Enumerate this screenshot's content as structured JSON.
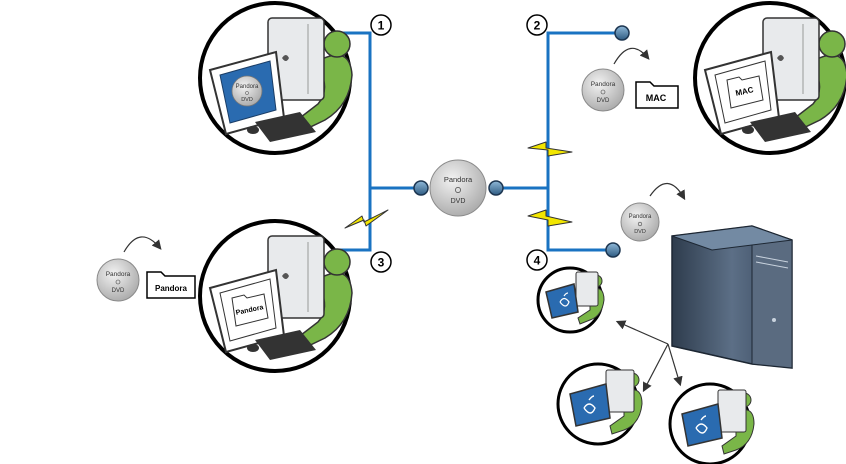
{
  "disc": {
    "line1": "Pandora",
    "line2": "DVD"
  },
  "steps": {
    "one": "1",
    "two": "2",
    "three": "3",
    "four": "4"
  },
  "screen_labels": {
    "step1": "Pandora",
    "step2": "MAC",
    "step3": "Pandora"
  },
  "folder_labels": {
    "mac": "MAC",
    "pandora": "Pandora"
  },
  "colors": {
    "link": "#1a73c2",
    "node": "#3d6f97",
    "person": "#7ab648",
    "bolt": "#f2e600",
    "disc": "#c9c9c9",
    "tower": "#47596e",
    "screen_blue": "#2a6bb0"
  }
}
